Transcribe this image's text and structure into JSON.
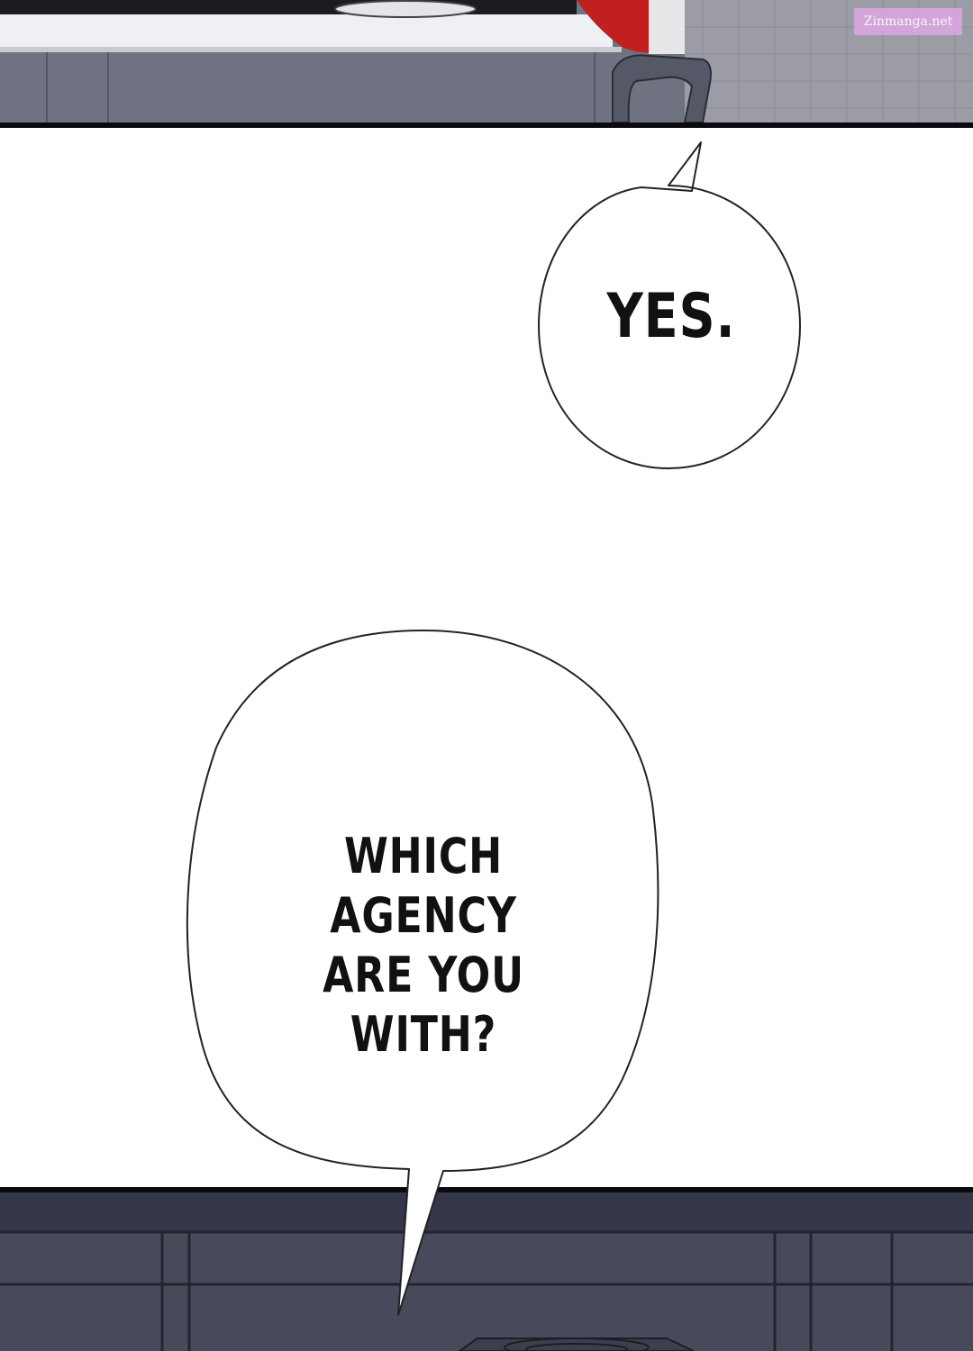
{
  "watermark": {
    "text": "Zinmanga.net"
  },
  "bubbles": {
    "yes": {
      "text": "YES."
    },
    "agency": {
      "line1": "WHICH AGENCY",
      "line2": "ARE YOU WITH?"
    }
  },
  "colors": {
    "panel_border": "#0b0b0f",
    "bubble_outline": "#222222",
    "watermark_bg": "#d9a6df",
    "top_panel_floor": "#6e7281",
    "bottom_panel_floor": "#3b3e4b"
  }
}
